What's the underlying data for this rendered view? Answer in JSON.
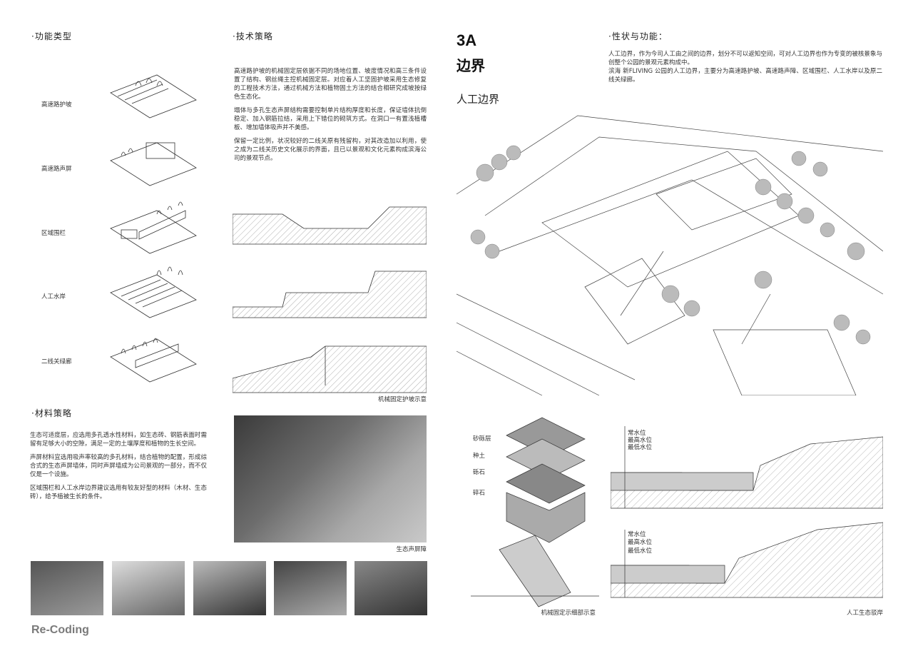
{
  "left": {
    "function_types_title": "·功能类型",
    "tech_title": "·技术策略",
    "material_title": "·材料策略",
    "types": [
      "高速路护坡",
      "高速路声屏",
      "区域围栏",
      "人工水岸",
      "二线关绿廊"
    ],
    "tech_paragraphs": [
      "高速路护坡的机械固定层依据不同的场地位置、坡度情况和高三条件设置了结构、钢丝绳主控机械固定层。对应着人工坚固护坡采用生态修复的工程技术方法，通过机械方法和植物固土方法的结合相研究成坡按绿色生态化。",
      "塌体与多孔生态声屏结构需要控制单片结构厚度和长度，保证墙体抗倒稳定、加入钢筋拉结，采用上下错位的砌筑方式。在洞口一有置浅植槽板、增加墙体吸声并不美感。",
      "保留一定比例，状况较好的二线关原有残留构，对其改造加以利用，使之成为二线关历史文化展示的界面，且已以景观和文化元素构成滨海公司的景观节点。"
    ],
    "section_caption": "机械固定护坡示意",
    "photo_caption": "生态声屏障",
    "material_paragraphs": [
      "生态可适度层，应选用多孔透水性材料，如生态砖、钢筋表面时需留有足够大小的空隙，满足一定的土壤厚度和植物的生长空间。",
      "声屏材料宜选用吸声率较高的多孔材料，结合植物的配置，形成综合式的生态声屏墙体，同时声屏墙成为公司景观的一部分，而不仅仅是一个设施。",
      "区域围栏和人工水岸边界建议选用有较友好型的材料（木材、生态砖），给予植被生长的条件。"
    ],
    "logo": "Re-Coding"
  },
  "right": {
    "code": "3A",
    "title": "边界",
    "subtitle": "人工边界",
    "nature_title": "·性状与功能：",
    "nature_paragraphs": [
      "人工边界，作为今司人工由之间的边界，划分不可以返知空间，可对人工边界也作为专变的被核景象与创整个公园的景观元素构成中。",
      "滨海 新FLIVING 公园的人工边界，主要分为高速路护坡、高速路声障、区域围栏、人工水岸以及原二线关绿廊。"
    ],
    "detail_caption": "机械固定示细部示意",
    "waterfront_caption": "人工生态驳岸",
    "detail_labels": [
      "砂砾层",
      "种土",
      "砾石",
      "碎石"
    ],
    "section_labels_top": [
      "常水位",
      "最高水位",
      "最低水位"
    ],
    "section_labels_bot": [
      "常水位",
      "最高水位",
      "最低水位"
    ]
  }
}
